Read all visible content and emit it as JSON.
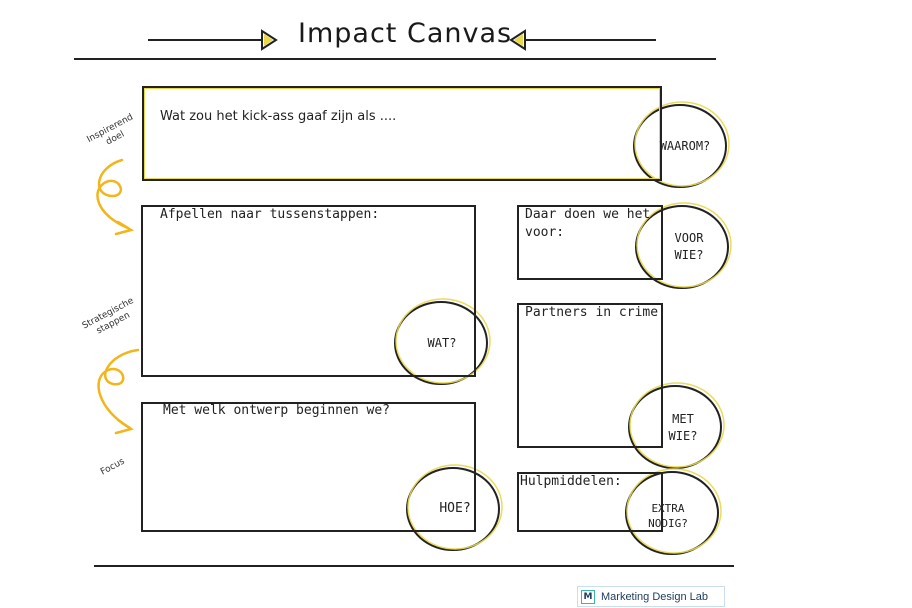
{
  "title": "Impact Canvas",
  "boxes": {
    "why": {
      "prompt": "Wat zou het kick-ass gaaf zijn als ....",
      "circle": "WAAROM?"
    },
    "steps": {
      "prompt": "Afpellen naar tussenstappen:",
      "circle": "WAT?"
    },
    "design": {
      "prompt": "Met welk ontwerp beginnen we?",
      "circle": "HOE?"
    },
    "for_whom": {
      "prompt_line1": "Daar doen we het",
      "prompt_line2": "voor:",
      "circle_line1": "VOOR",
      "circle_line2": "WIE?"
    },
    "partners": {
      "prompt": "Partners in crime:",
      "circle_line1": "MET",
      "circle_line2": "WIE?"
    },
    "tools": {
      "prompt": "Hulpmiddelen:",
      "circle_line1": "EXTRA",
      "circle_line2": "NODIG?"
    }
  },
  "side_labels": {
    "goal_line1": "Inspirerend",
    "goal_line2": "doel",
    "steps_line1": "Strategische",
    "steps_line2": "stappen",
    "focus": "Focus"
  },
  "logo": {
    "text": "Marketing Design Lab",
    "mark": "M"
  },
  "colors": {
    "accent": "#f2b51a",
    "highlight": "#e8d84a",
    "ink": "#222222"
  }
}
